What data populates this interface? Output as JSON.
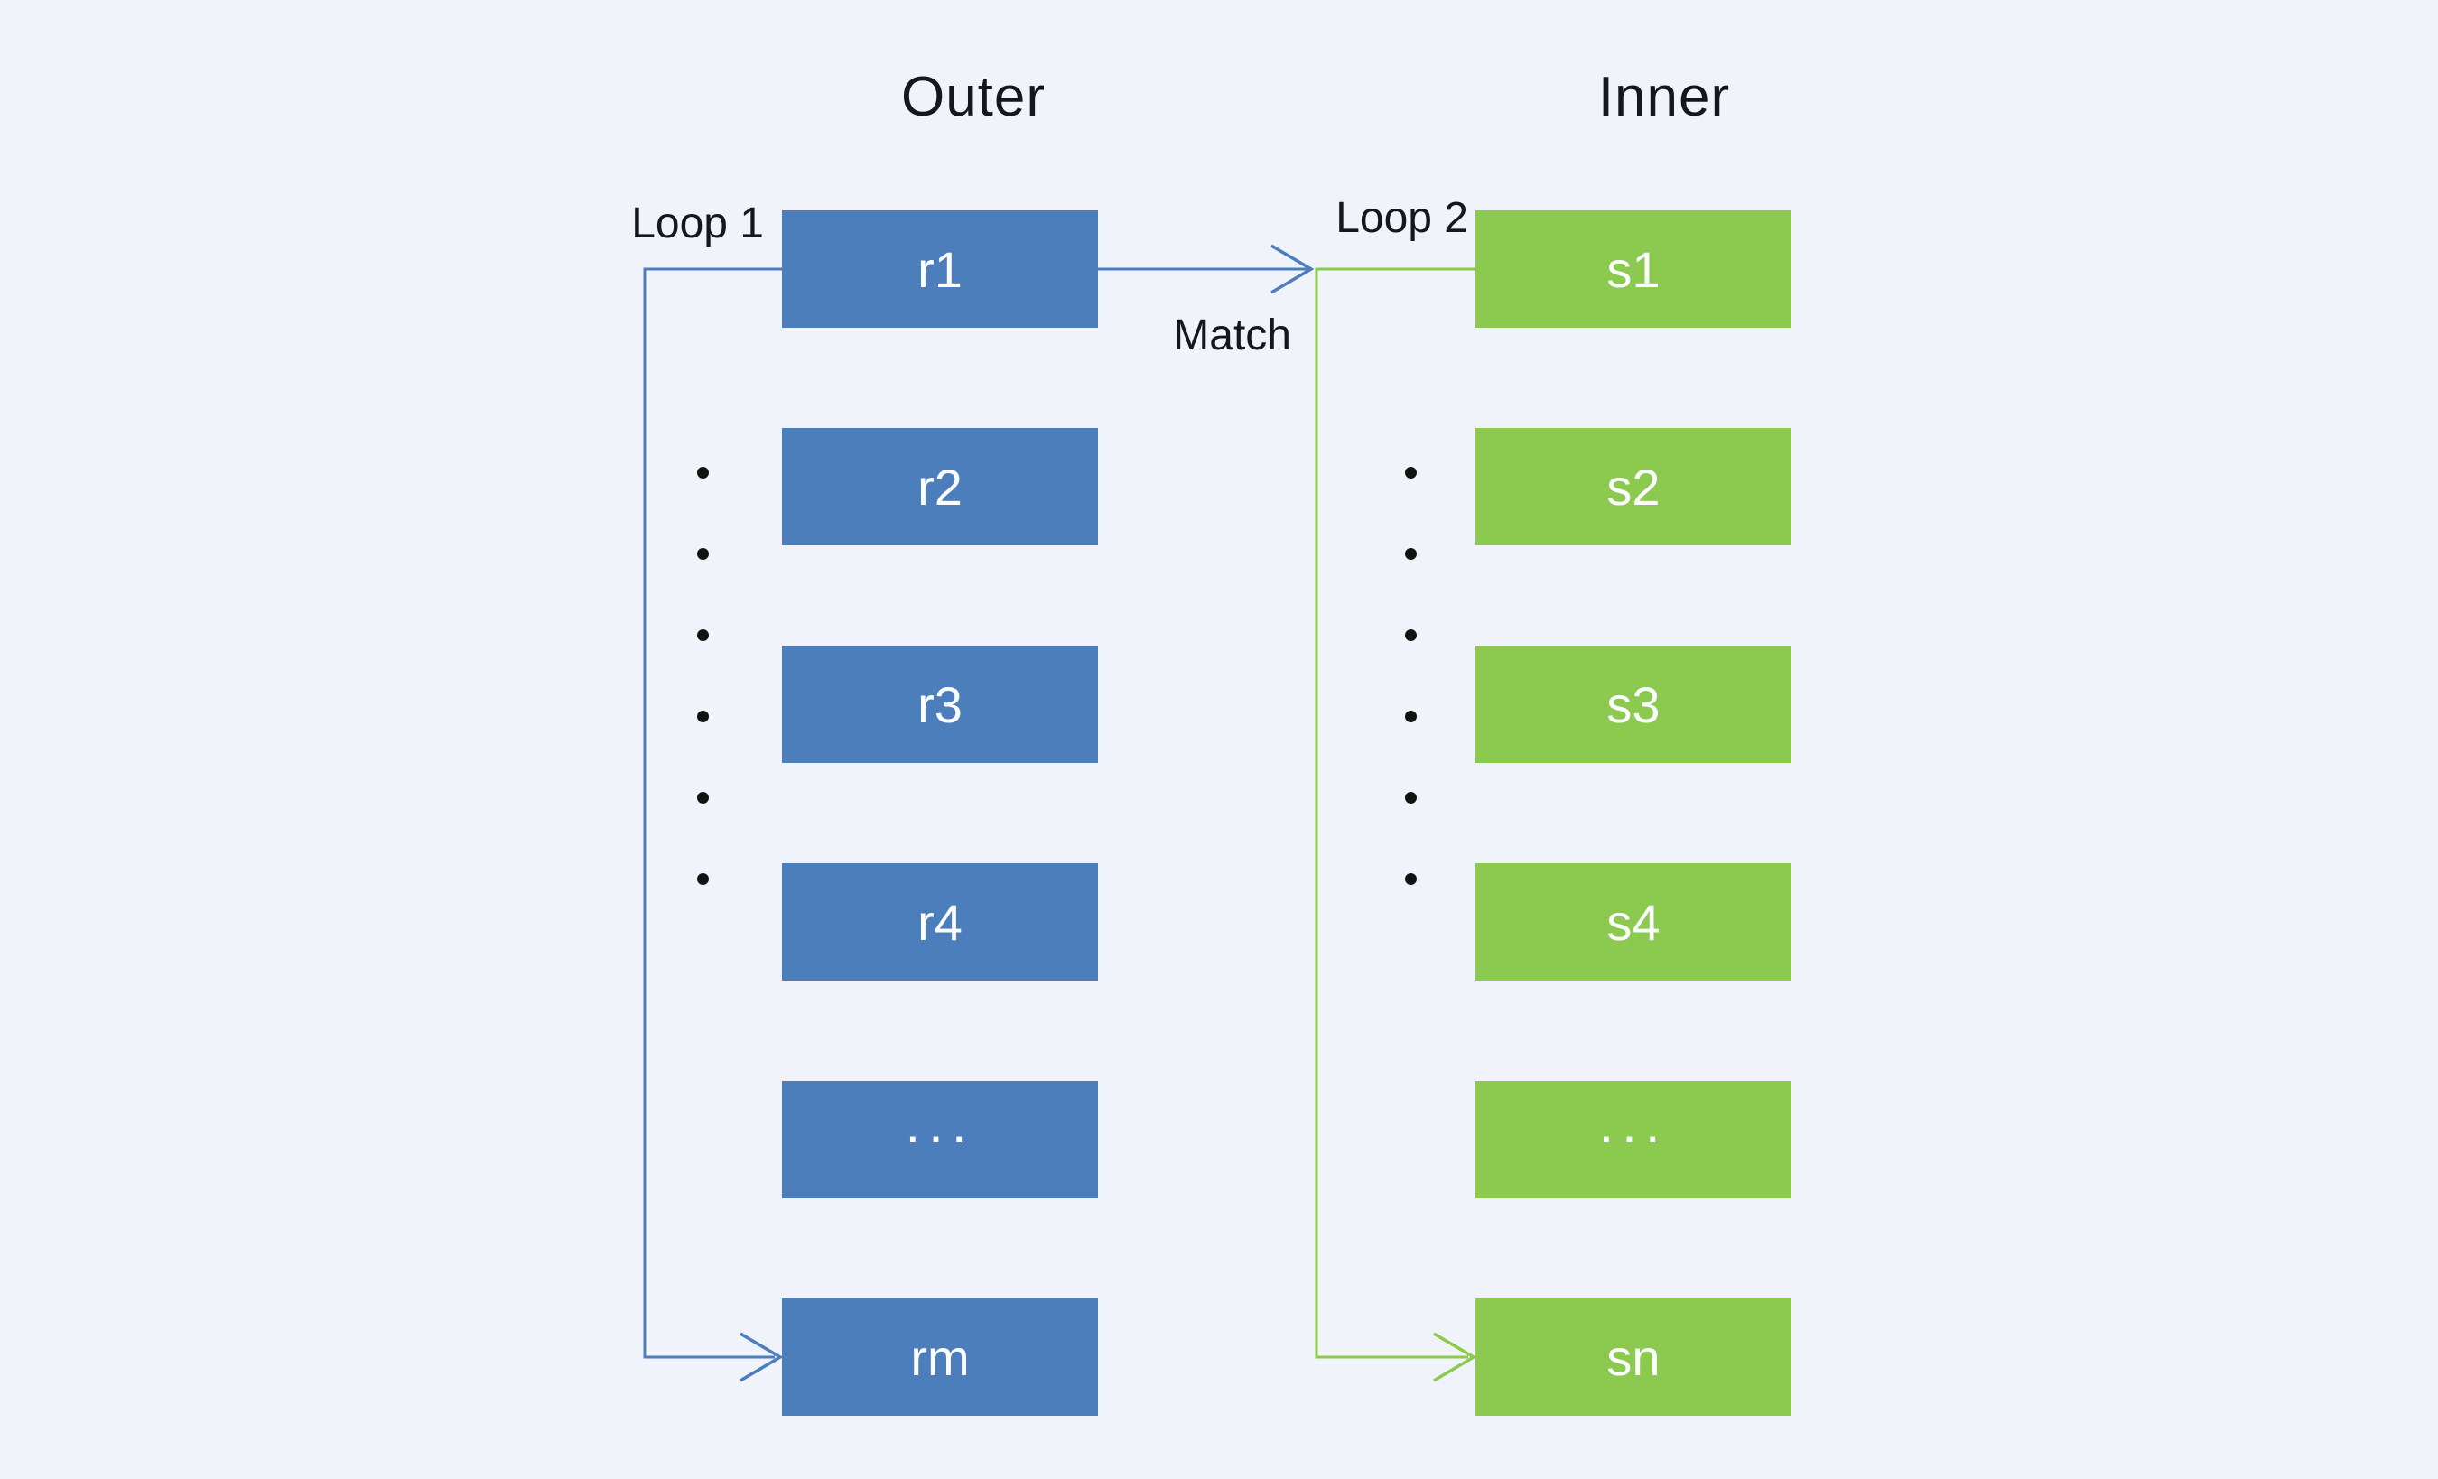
{
  "diagram": {
    "outer": {
      "title": "Outer",
      "loop_label": "Loop 1",
      "rows": [
        "r1",
        "r2",
        "r3",
        "r4",
        "...",
        "rm"
      ]
    },
    "inner": {
      "title": "Inner",
      "loop_label": "Loop 2",
      "rows": [
        "s1",
        "s2",
        "s3",
        "s4",
        "...",
        "sn"
      ]
    },
    "match_label": "Match"
  },
  "colors": {
    "background": "#f0f4fa",
    "outer_box": "#4d7ebc",
    "inner_box": "#8cc94f",
    "outer_line": "#4d7ebc",
    "inner_line": "#8cc94f",
    "box_text": "#fafcfe",
    "label_text": "#15171a"
  }
}
